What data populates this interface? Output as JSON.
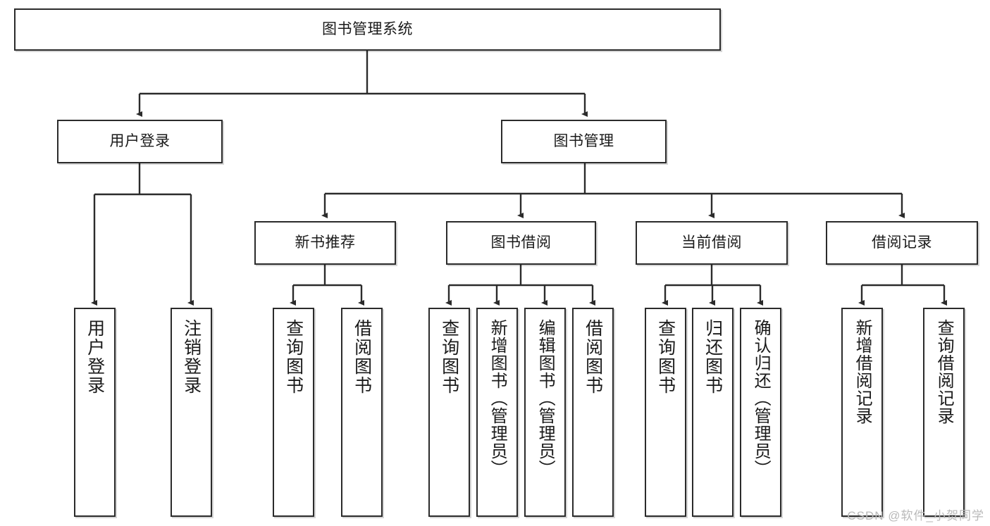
{
  "diagram": {
    "title": "图书管理系统",
    "type": "hierarchy-tree",
    "watermark": "CSDN @软件_小贺同学",
    "root": {
      "id": "root",
      "label": "图书管理系统"
    },
    "level2": [
      {
        "id": "user-login",
        "label": "用户登录"
      },
      {
        "id": "book-manage",
        "label": "图书管理"
      }
    ],
    "level3": [
      {
        "id": "new-book-rec",
        "label": "新书推荐"
      },
      {
        "id": "book-borrow",
        "label": "图书借阅"
      },
      {
        "id": "current-borrow",
        "label": "当前借阅"
      },
      {
        "id": "borrow-record",
        "label": "借阅记录"
      }
    ],
    "leaves": [
      {
        "id": "leaf-user-login",
        "label": "用户登录",
        "parent": "user-login"
      },
      {
        "id": "leaf-user-logout",
        "label": "注销登录",
        "parent": "user-login"
      },
      {
        "id": "leaf-query-book-1",
        "label": "查询图书",
        "parent": "new-book-rec"
      },
      {
        "id": "leaf-borrow-book-1",
        "label": "借阅图书",
        "parent": "new-book-rec"
      },
      {
        "id": "leaf-query-book-2",
        "label": "查询图书",
        "parent": "book-borrow"
      },
      {
        "id": "leaf-add-book",
        "label": "新增图书（管理员）",
        "parent": "book-borrow"
      },
      {
        "id": "leaf-edit-book",
        "label": "编辑图书（管理员）",
        "parent": "book-borrow"
      },
      {
        "id": "leaf-borrow-book-2",
        "label": "借阅图书",
        "parent": "book-borrow"
      },
      {
        "id": "leaf-query-book-3",
        "label": "查询图书",
        "parent": "current-borrow"
      },
      {
        "id": "leaf-return-book",
        "label": "归还图书",
        "parent": "current-borrow"
      },
      {
        "id": "leaf-confirm-return",
        "label": "确认归还（管理员）",
        "parent": "current-borrow"
      },
      {
        "id": "leaf-add-record",
        "label": "新增借阅记录",
        "parent": "borrow-record"
      },
      {
        "id": "leaf-query-record",
        "label": "查询借阅记录",
        "parent": "borrow-record"
      }
    ],
    "colors": {
      "stroke": "#2b2b2b",
      "fill": "#ffffff",
      "text": "#1a1a1a",
      "watermark": "#b9b9b9"
    }
  }
}
